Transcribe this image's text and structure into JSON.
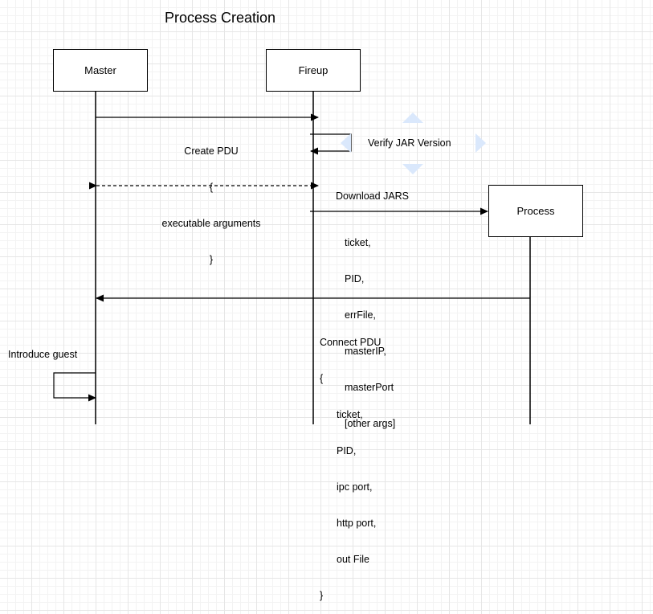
{
  "title": "Process Creation",
  "participants": {
    "master": "Master",
    "fireup": "Fireup",
    "process": "Process"
  },
  "messages": {
    "create_pdu": {
      "lines": [
        "Create PDU",
        "{",
        "executable arguments",
        "}"
      ]
    },
    "verify_jar": "Verify JAR Version",
    "download_jars": {
      "label": "Download JARS",
      "args": [
        "ticket,",
        "PID,",
        "errFile,",
        "masterIP,",
        "masterPort",
        "[other args]"
      ]
    },
    "connect_pdu": {
      "header": "Connect PDU",
      "open": "{",
      "items": [
        "ticket,",
        "PID,",
        "ipc port,",
        "http port,",
        "out File"
      ],
      "close": "}"
    },
    "introduce_guest": "Introduce guest"
  },
  "colors": {
    "line": "#000000",
    "grid": "#e6e6e6",
    "selection_handle": "#dae8fc"
  }
}
